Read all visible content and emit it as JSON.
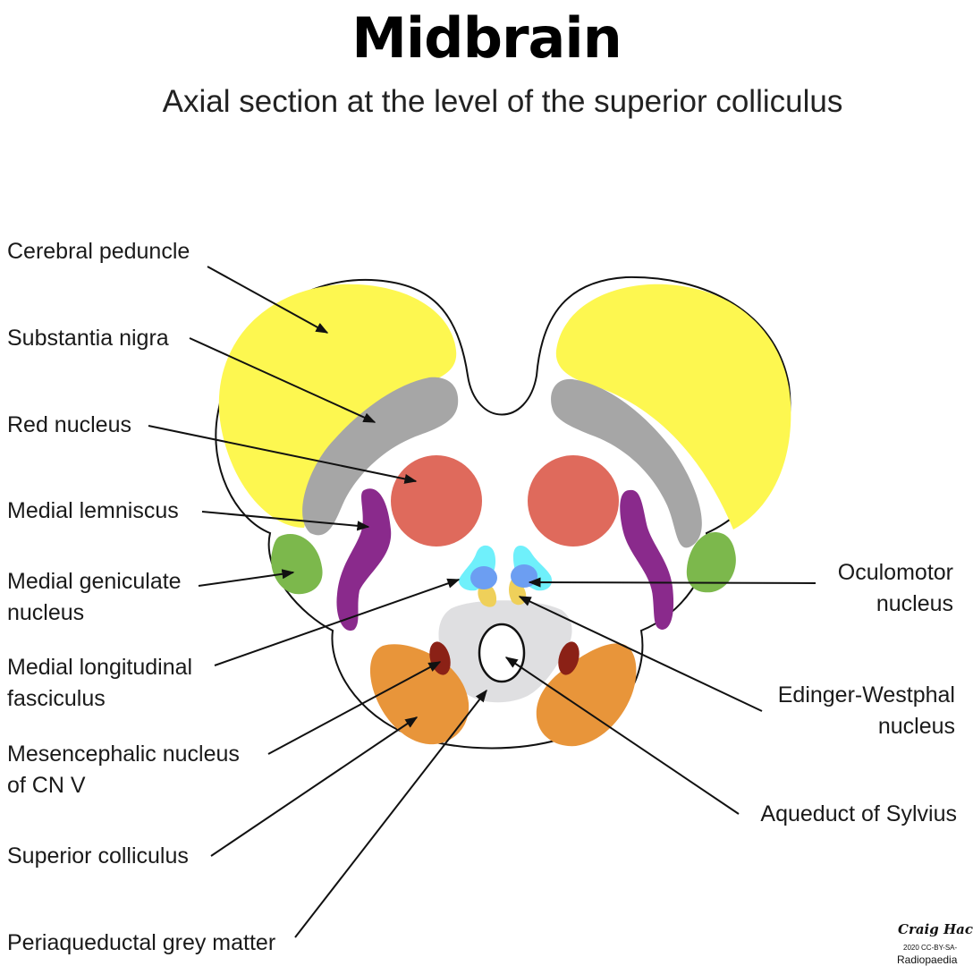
{
  "title": "Midbrain",
  "subtitle": "Axial section at the level of the superior colliculus",
  "labels": {
    "cerebral_peduncle": "Cerebral peduncle",
    "substantia_nigra": "Substantia nigra",
    "red_nucleus": "Red nucleus",
    "medial_lemniscus": "Medial lemniscus",
    "medial_geniculate_1": "Medial geniculate",
    "medial_geniculate_2": "nucleus",
    "mlf_1": "Medial longitudinal",
    "mlf_2": "fasciculus",
    "mesencephalic_1": "Mesencephalic nucleus",
    "mesencephalic_2": "of CN V",
    "superior_colliculus": "Superior colliculus",
    "periaqueductal": "Periaqueductal grey matter",
    "oculomotor_1": "Oculomotor",
    "oculomotor_2": "nucleus",
    "edinger_1": "Edinger-Westphal",
    "edinger_2": "nucleus",
    "aqueduct": "Aqueduct of Sylvius"
  },
  "credit": {
    "signature": "Craig Hacki",
    "license": "2020 CC-BY-SA-",
    "site": "Radiopaedia"
  },
  "colors": {
    "cerebral_peduncle": "#fdf750",
    "substantia_nigra": "#a6a6a6",
    "red_nucleus": "#df6a5c",
    "medial_lemniscus": "#8a2a8c",
    "medial_geniculate": "#7cb84c",
    "mlf": "#6ff0fb",
    "oculomotor": "#6c9ef2",
    "edinger_westphal": "#efd05a",
    "periaqueductal": "#dfdfe1",
    "superior_colliculus": "#e8953a",
    "mesencephalic_cn5": "#8b2116"
  }
}
